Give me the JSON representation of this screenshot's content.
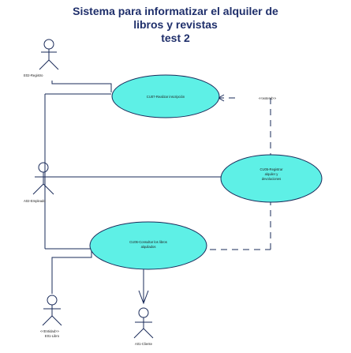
{
  "title_lines": [
    "Sistema  para informatizar el alquiler de",
    "libros y revistas",
    "test 2"
  ],
  "actors": {
    "registro": "E02-Registro",
    "empleado": "A02-Empleado",
    "libro_stereotype": "<<Entidad>>",
    "libro": "E01-Libro",
    "cliente": "A01-Cliente"
  },
  "use_cases": {
    "uc07": "CU07-Realizar inscripción",
    "uc05": [
      "CU05-Registrar",
      "alquiler y",
      "devoluciones"
    ],
    "uc06": [
      "CU06-Consultar los libros",
      "alquilados"
    ]
  },
  "relations": {
    "extend": "<<extend>>"
  },
  "colors": {
    "title": "#1f2f6b",
    "usecase_fill": "#5ef0e6",
    "usecase_stroke": "#1a2b5a",
    "line": "#1a2b5a"
  }
}
